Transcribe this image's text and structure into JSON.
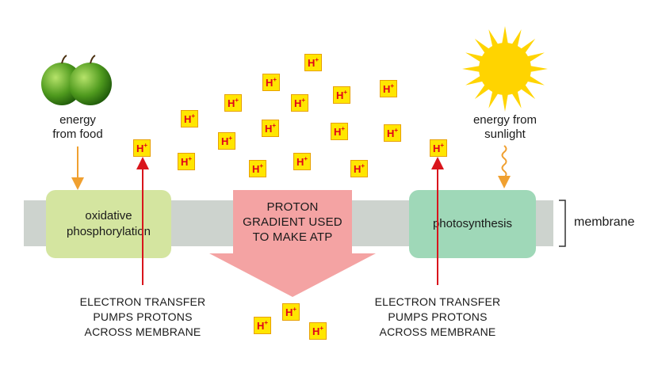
{
  "left": {
    "energy_label_line1": "energy",
    "energy_label_line2": "from food",
    "box_line1": "oxidative",
    "box_line2": "phosphorylation",
    "caption_line1": "ELECTRON TRANSFER",
    "caption_line2": "PUMPS PROTONS",
    "caption_line3": "ACROSS MEMBRANE"
  },
  "right": {
    "energy_label_line1": "energy from",
    "energy_label_line2": "sunlight",
    "box_label": "photosynthesis",
    "caption_line1": "ELECTRON TRANSFER",
    "caption_line2": "PUMPS PROTONS",
    "caption_line3": "ACROSS MEMBRANE"
  },
  "center": {
    "arrow_line1": "PROTON",
    "arrow_line2": "GRADIENT USED",
    "arrow_line3": "TO MAKE ATP"
  },
  "membrane_label": "membrane",
  "proton": {
    "symbol": "H",
    "charge": "+"
  },
  "colors": {
    "membrane": "#cdd3ce",
    "oxidative_box": "#d4e5a0",
    "photosynthesis_box": "#9fd8b8",
    "gradient_arrow": "#f4a3a3",
    "proton_fill": "#ffe600",
    "proton_text": "#e0001a",
    "pump_arrow": "#d9151c",
    "food_arrow": "#f0a030",
    "sun": "#ffd400"
  },
  "icons": [
    "apples-icon",
    "sun-icon",
    "wavy-arrow-icon"
  ]
}
